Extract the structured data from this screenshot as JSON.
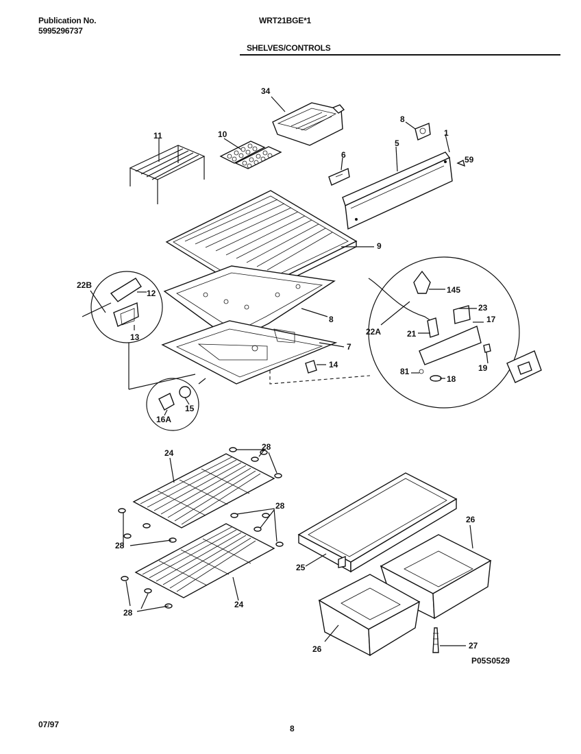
{
  "header": {
    "publication_label": "Publication No.",
    "publication_number": "5995296737",
    "model": "WRT21BGE*1",
    "section_title": "SHELVES/CONTROLS"
  },
  "footer": {
    "date": "07/97",
    "page": "8"
  },
  "diagram_code": "P05S0529",
  "callouts": {
    "c34": "34",
    "c11": "11",
    "c10": "10",
    "c8a": "8",
    "c6": "6",
    "c5": "5",
    "c1": "1",
    "c59": "59",
    "c9": "9",
    "c22b": "22B",
    "c12": "12",
    "c13": "13",
    "c8b": "8",
    "c7": "7",
    "c14": "14",
    "c145": "145",
    "c23": "23",
    "c17": "17",
    "c22a": "22A",
    "c21": "21",
    "c81": "81",
    "c18": "18",
    "c19": "19",
    "c15": "15",
    "c16a": "16A",
    "c24a": "24",
    "c28a": "28",
    "c28b": "28",
    "c28c": "28",
    "c24b": "24",
    "c28d": "28",
    "c26a": "26",
    "c25": "25",
    "c26b": "26",
    "c27": "27"
  }
}
